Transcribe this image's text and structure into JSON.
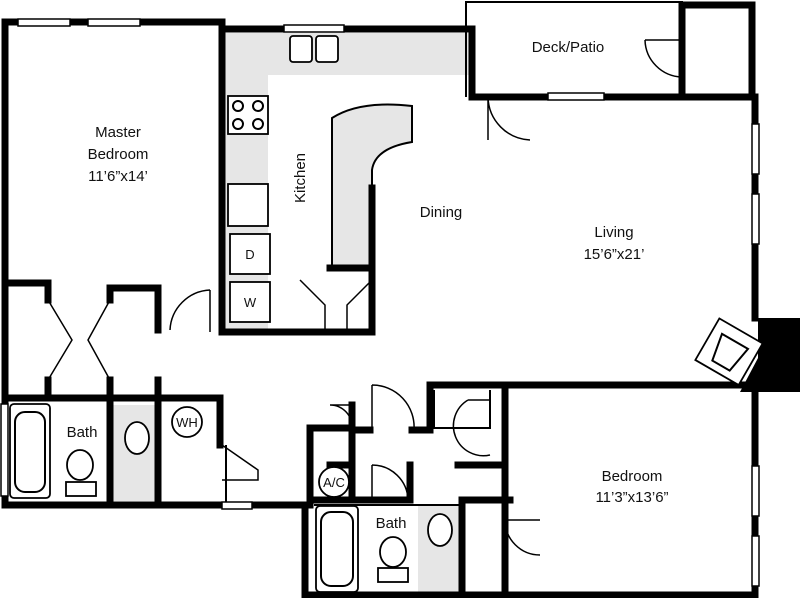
{
  "rooms": {
    "deck": {
      "name": "Deck/Patio"
    },
    "master": {
      "name_line1": "Master",
      "name_line2": "Bedroom",
      "size": "11’6”x14’"
    },
    "kitchen": {
      "name": "Kitchen"
    },
    "dining": {
      "name": "Dining"
    },
    "living": {
      "name": "Living",
      "size": "15’6”x21’"
    },
    "bath1": {
      "name": "Bath"
    },
    "bath2": {
      "name": "Bath"
    },
    "bedroom": {
      "name": "Bedroom",
      "size": "11’3”x13’6”"
    }
  },
  "fixtures": {
    "dryer": "D",
    "washer": "W",
    "water_heater": "WH",
    "ac": "A/C"
  },
  "colors": {
    "wall": "#000000",
    "counter": "#e6e6e6",
    "background": "#ffffff"
  }
}
